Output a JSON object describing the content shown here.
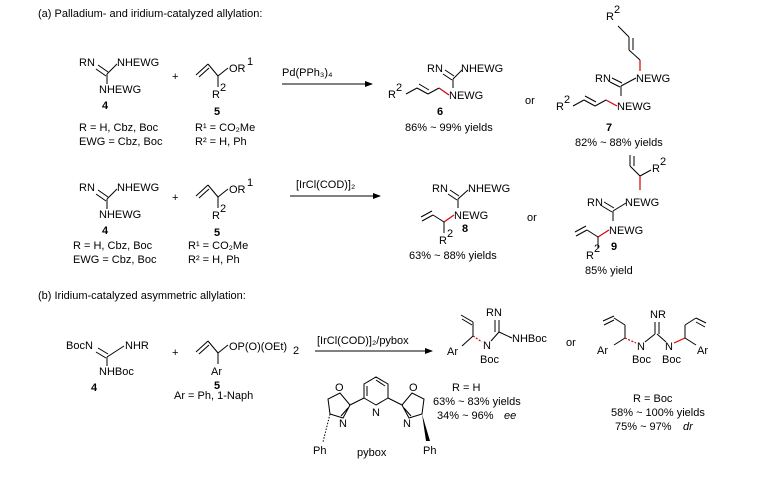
{
  "section_a": {
    "title": "(a) Palladium- and iridium-catalyzed allylation:",
    "row1": {
      "guanidine": {
        "top_left": "RN",
        "top_right": "NHEWG",
        "bottom": "NHEWG",
        "number": "4",
        "condition1": "R = H, Cbz, Boc",
        "condition2": "EWG = Cbz, Boc"
      },
      "plus": "+",
      "allyl": {
        "substituent": "OR",
        "sup1": "1",
        "r2": "R",
        "sup2": "2",
        "number": "5",
        "condition1": "R¹ = CO₂Me",
        "condition2": "R² = H, Ph"
      },
      "reagent": "Pd(PPh₃)₄",
      "product6": {
        "top_left": "RN",
        "top_right": "NHEWG",
        "n": "NEWG",
        "r2": "R",
        "sup2": "2",
        "number": "6",
        "yield": "86% ~ 99% yields"
      },
      "or": "or",
      "product7": {
        "r2_top": "R",
        "sup_top": "2",
        "top_left": "RN",
        "n1": "NEWG",
        "n2": "NEWG",
        "r2": "R",
        "sup2": "2",
        "number": "7",
        "yield": "82% ~ 88% yields"
      }
    },
    "row2": {
      "guanidine": {
        "top_left": "RN",
        "top_right": "NHEWG",
        "bottom": "NHEWG",
        "number": "4",
        "condition1": "R = H, Cbz, Boc",
        "condition2": "EWG = Cbz, Boc"
      },
      "plus": "+",
      "allyl": {
        "substituent": "OR",
        "sup1": "1",
        "r2": "R",
        "sup2": "2",
        "number": "5",
        "condition1": "R¹ = CO₂Me",
        "condition2": "R² = H, Ph"
      },
      "reagent": "[IrCl(COD)]₂",
      "product8": {
        "top_left": "RN",
        "top_right": "NHEWG",
        "n": "NEWG",
        "r2": "R",
        "sup2": "2",
        "number": "8",
        "yield": "63% ~ 88% yields"
      },
      "or": "or",
      "product9": {
        "r2_top": "R",
        "sup_top": "2",
        "top_left": "RN",
        "n1": "NEWG",
        "n2": "NEWG",
        "r2": "R",
        "sup2": "2",
        "number": "9",
        "yield": "85% yield"
      }
    }
  },
  "section_b": {
    "title": "(b) Iridium-catalyzed asymmetric allylation:",
    "guanidine": {
      "top_left": "BocN",
      "top_right": "NHR",
      "bottom": "NHBoc",
      "number": "4"
    },
    "plus": "+",
    "allyl": {
      "substituent": "OP(O)(OEt)",
      "sub": "2",
      "ar": "Ar",
      "number": "5",
      "condition": "Ar = Ph, 1-Naph"
    },
    "reagent": "[IrCl(COD)]₂/pybox",
    "product1": {
      "rn": "RN",
      "nhboc": "NHBoc",
      "ar": "Ar",
      "n": "N",
      "boc": "Boc",
      "cond": "R = H",
      "yield": "63% ~ 83% yields",
      "ee": "34% ~ 96%",
      "ee_unit": "ee"
    },
    "or": "or",
    "product2": {
      "nr": "NR",
      "ar_left": "Ar",
      "ar_right": "Ar",
      "n_left": "N",
      "n_right": "N",
      "boc_left": "Boc",
      "boc_right": "Boc",
      "cond": "R = Boc",
      "yield": "58% ~ 100% yields",
      "dr": "75% ~ 97%",
      "dr_unit": "dr"
    },
    "pybox": {
      "o_left": "O",
      "o_right": "O",
      "n_left": "N",
      "n_center": "N",
      "n_right": "N",
      "ph_left": "Ph",
      "ph_right": "Ph",
      "label": "pybox"
    }
  }
}
